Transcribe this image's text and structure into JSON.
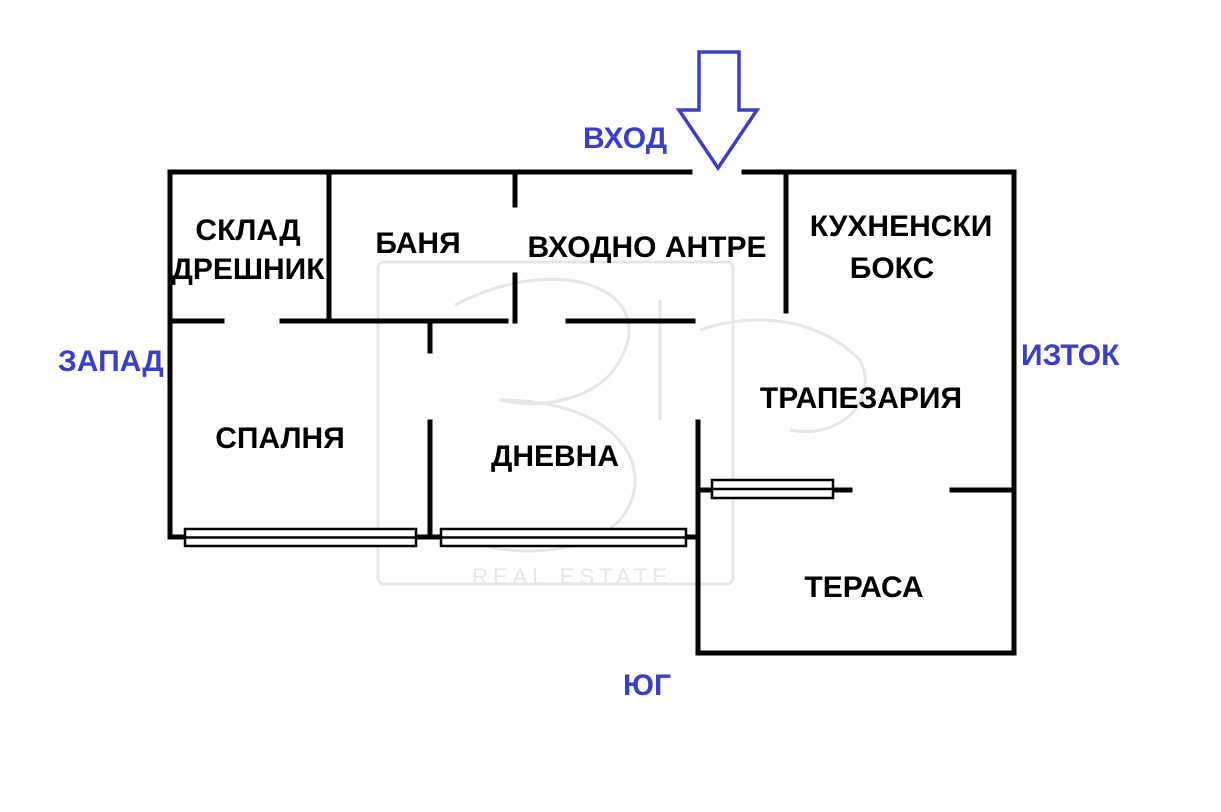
{
  "directions": {
    "entrance": "ВХОД",
    "west": "ЗАПАД",
    "east": "ИЗТОК",
    "south": "ЮГ"
  },
  "rooms": {
    "storage_line1": "СКЛАД",
    "storage_line2": "ДРЕШНИК",
    "bathroom": "БАНЯ",
    "hallway": "ВХОДНО АНТРЕ",
    "kitchen_line1": "КУХНЕНСКИ",
    "kitchen_line2": "БОКС",
    "dining": "ТРАПЕЗАРИЯ",
    "bedroom": "СПАЛНЯ",
    "living": "ДНЕВНА",
    "terrace": "ТЕРАСА"
  },
  "watermark": {
    "text": "REAL ESTATE"
  },
  "colors": {
    "direction_text": "#3b3fc2",
    "walls": "#000000"
  }
}
